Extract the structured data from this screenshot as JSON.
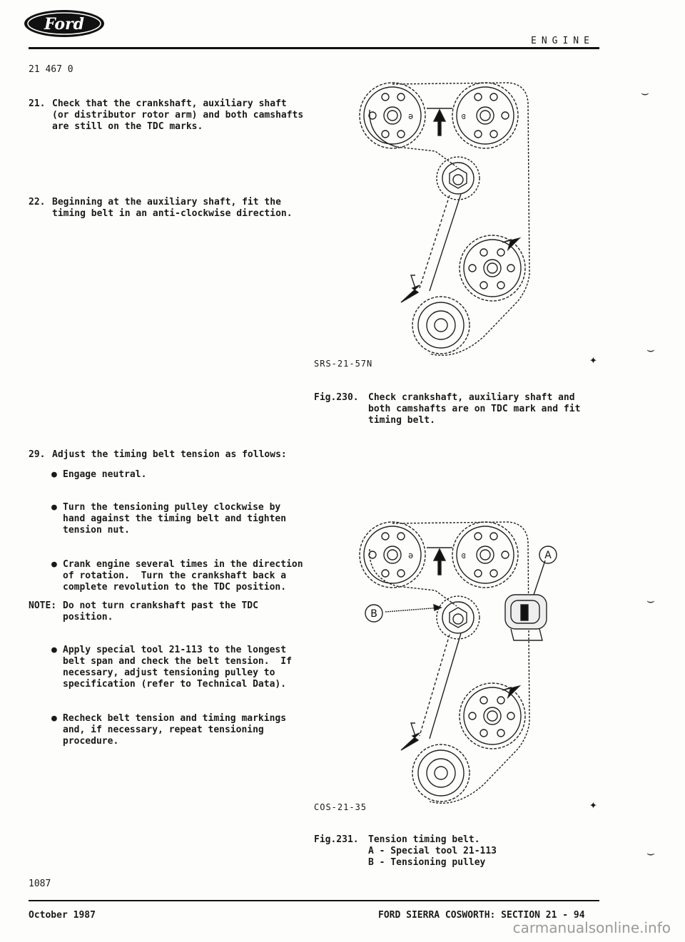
{
  "header": {
    "brand": "Ford",
    "section_title": "ENGINE",
    "doc_code": "21 467 0"
  },
  "steps": [
    {
      "num": "21.",
      "lines": [
        "Check that the crankshaft, auxiliary shaft",
        "(or distributor rotor arm) and both camshafts",
        "are still on the TDC marks."
      ]
    },
    {
      "num": "22.",
      "lines": [
        "Beginning at the auxiliary shaft, fit the",
        "timing belt in an anti-clockwise direction."
      ]
    },
    {
      "num": "29.",
      "lines": [
        "Adjust the timing belt tension as follows:"
      ]
    }
  ],
  "bullets": [
    {
      "lines": [
        "Engage neutral."
      ]
    },
    {
      "lines": [
        "Turn the tensioning pulley clockwise by",
        "hand against the timing belt and tighten",
        "tension nut."
      ]
    },
    {
      "lines": [
        "Crank engine several times in the direction",
        "of rotation.  Turn the crankshaft back a",
        "complete revolution to the TDC position."
      ]
    },
    {
      "lines": [
        "Apply special tool 21-113 to the longest",
        "belt span and check the belt tension.  If",
        "necessary, adjust tensioning pulley to",
        "specification (refer to Technical Data)."
      ]
    },
    {
      "lines": [
        "Recheck belt tension and timing markings",
        "and, if necessary, repeat tensioning",
        "procedure."
      ]
    }
  ],
  "note": {
    "label": "NOTE:",
    "lines": [
      "Do not turn crankshaft past the TDC",
      "position."
    ]
  },
  "figures": [
    {
      "code": "SRS-21-57N",
      "caption_num": "Fig.230.",
      "caption_lines": [
        "Check crankshaft, auxiliary shaft and",
        "both camshafts are on TDC mark and fit",
        "timing belt."
      ]
    },
    {
      "code": "COS-21-35",
      "caption_num": "Fig.231.",
      "caption_lines": [
        "Tension timing belt.",
        "A - Special tool 21-113",
        "B - Tensioning pulley"
      ],
      "callout_a": "A",
      "callout_b": "B"
    }
  ],
  "footer": {
    "page_number": "1087",
    "date": "October 1987",
    "right_text": "FORD SIERRA COSWORTH: SECTION 21 - 94"
  },
  "watermark": "carmanualsonline.info"
}
